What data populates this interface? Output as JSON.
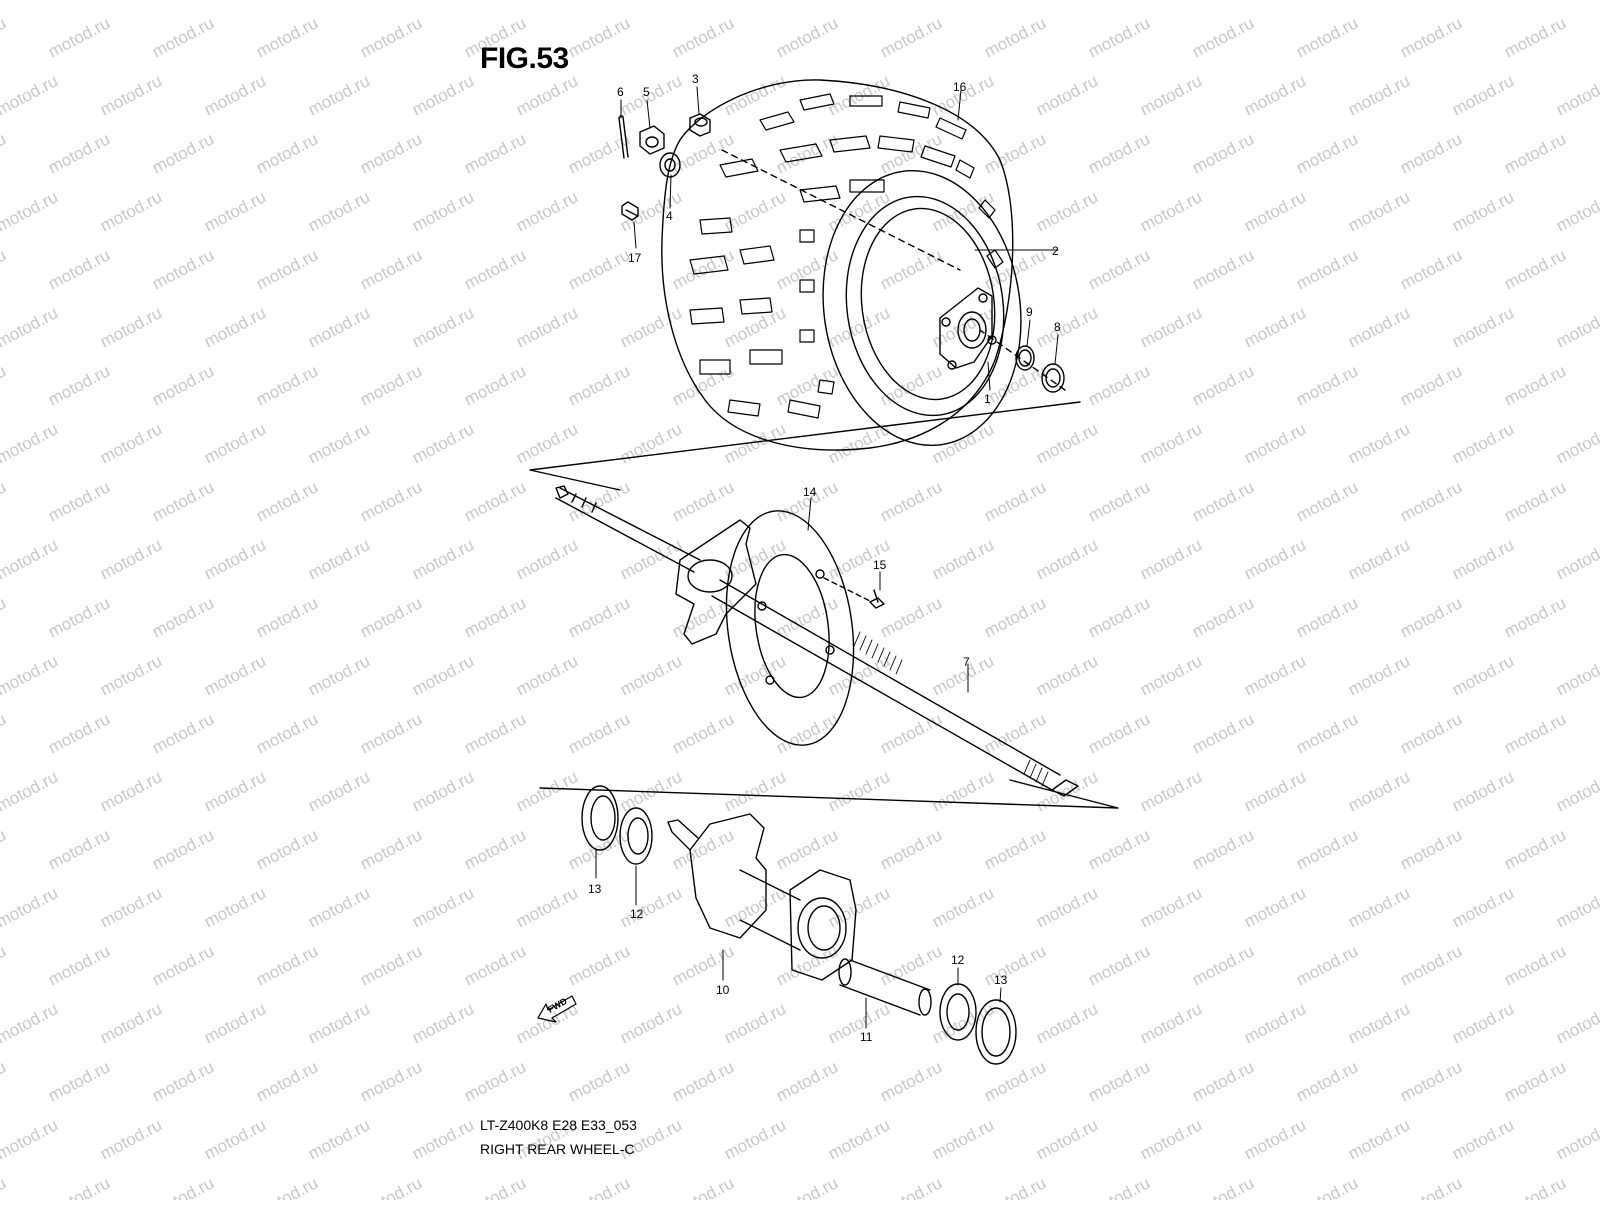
{
  "figure": {
    "title": "FIG.53",
    "model_code": "LT-Z400K8 E28 E33_053",
    "name": "RIGHT REAR WHEEL-C"
  },
  "watermark": {
    "text": "motod.ru"
  },
  "fwd_marker": {
    "text": "FWD"
  },
  "callouts": [
    {
      "key": "c6",
      "label": "6"
    },
    {
      "key": "c5",
      "label": "5"
    },
    {
      "key": "c3",
      "label": "3"
    },
    {
      "key": "c16",
      "label": "16"
    },
    {
      "key": "c4",
      "label": "4"
    },
    {
      "key": "c17",
      "label": "17"
    },
    {
      "key": "c2",
      "label": "2"
    },
    {
      "key": "c9",
      "label": "9"
    },
    {
      "key": "c8",
      "label": "8"
    },
    {
      "key": "c1",
      "label": "1"
    },
    {
      "key": "c14",
      "label": "14"
    },
    {
      "key": "c15",
      "label": "15"
    },
    {
      "key": "c7",
      "label": "7"
    },
    {
      "key": "c13a",
      "label": "13"
    },
    {
      "key": "c12a",
      "label": "12"
    },
    {
      "key": "c10",
      "label": "10"
    },
    {
      "key": "c12b",
      "label": "12"
    },
    {
      "key": "c13b",
      "label": "13"
    },
    {
      "key": "c11",
      "label": "11"
    }
  ],
  "colors": {
    "line": "#000000",
    "watermark": "#c8c8c8",
    "background": "#ffffff"
  }
}
